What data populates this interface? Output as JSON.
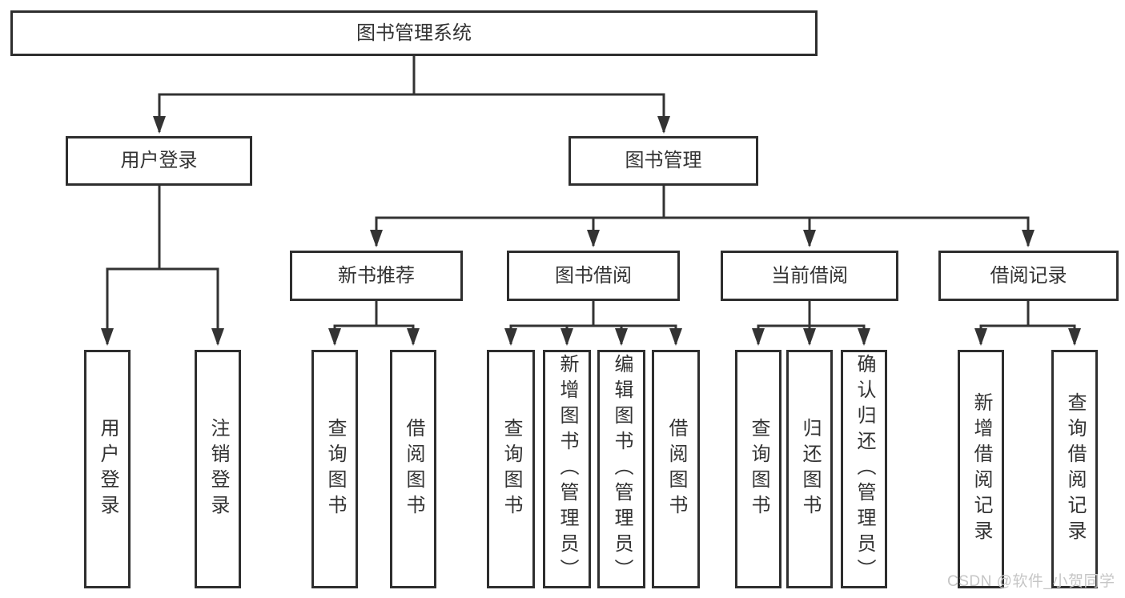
{
  "colors": {
    "background": "#ffffff",
    "box_border": "#2e2e2e",
    "connector_line": "#333333",
    "text": "#333333",
    "watermark": "#c6c6c6"
  },
  "diagram": {
    "title": "图书管理系统",
    "level2": {
      "user_login": {
        "label": "用户登录"
      },
      "book_mgmt": {
        "label": "图书管理"
      }
    },
    "level3": {
      "new_books": {
        "label": "新书推荐"
      },
      "book_borrow": {
        "label": "图书借阅"
      },
      "current_borrow": {
        "label": "当前借阅"
      },
      "borrow_records": {
        "label": "借阅记录"
      }
    },
    "leaves": {
      "user_login": [
        "用户登录",
        "注销登录"
      ],
      "new_books": [
        "查询图书",
        "借阅图书"
      ],
      "book_borrow": [
        "查询图书",
        "新增图书（管理员）",
        "编辑图书（管理员）",
        "借阅图书"
      ],
      "current_borrow": [
        "查询图书",
        "归还图书",
        "确认归还（管理员）"
      ],
      "borrow_records": [
        "新增借阅记录",
        "查询借阅记录"
      ]
    }
  },
  "watermark": {
    "text": "CSDN @软件_小贺同学"
  }
}
